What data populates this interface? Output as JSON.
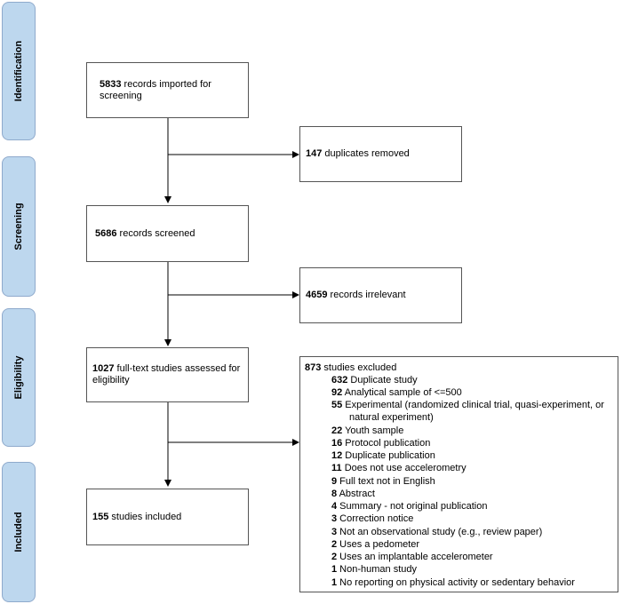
{
  "phases": [
    "Identification",
    "Screening",
    "Eligibility",
    "Included"
  ],
  "boxes": {
    "imported": {
      "n": "5833",
      "text": " records imported for screening"
    },
    "duplicates": {
      "n": "147",
      "text": " duplicates removed"
    },
    "screened": {
      "n": "5686",
      "text": " records screened"
    },
    "irrelevant": {
      "n": "4659",
      "text": " records irrelevant"
    },
    "assessed": {
      "n": "1027",
      "text": " full-text studies assessed for eligibility"
    },
    "included": {
      "n": "155",
      "text": " studies included"
    }
  },
  "excluded": {
    "n": "873",
    "text": " studies excluded",
    "reasons": [
      {
        "n": "632",
        "text": " Duplicate study"
      },
      {
        "n": "92",
        "text": " Analytical sample of <=500"
      },
      {
        "n": "55",
        "text": " Experimental (randomized clinical trial, quasi-experiment, or"
      },
      {
        "n": "",
        "text": "natural experiment)"
      },
      {
        "n": "22",
        "text": " Youth sample"
      },
      {
        "n": "16",
        "text": " Protocol publication"
      },
      {
        "n": "12",
        "text": " Duplicate publication"
      },
      {
        "n": "11",
        "text": " Does not use accelerometry"
      },
      {
        "n": "9",
        "text": " Full text not in English"
      },
      {
        "n": "8",
        "text": " Abstract"
      },
      {
        "n": "4",
        "text": " Summary - not original publication"
      },
      {
        "n": "3",
        "text": " Correction notice"
      },
      {
        "n": "3",
        "text": " Not an observational study (e.g., review paper)"
      },
      {
        "n": "2",
        "text": " Uses a pedometer"
      },
      {
        "n": "2",
        "text": " Uses an implantable accelerometer"
      },
      {
        "n": "1",
        "text": " Non-human study"
      },
      {
        "n": "1",
        "text": " No reporting on physical activity or sedentary behavior"
      }
    ]
  }
}
